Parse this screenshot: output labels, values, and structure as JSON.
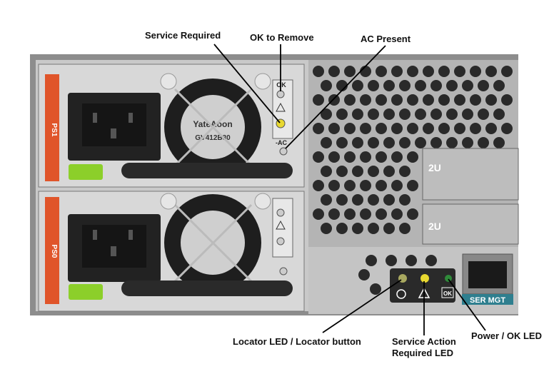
{
  "callouts": {
    "service_required": "Service Required",
    "ok_to_remove": "OK to Remove",
    "ac_present": "AC Present",
    "locator": "Locator LED / Locator button",
    "service_action_line1": "Service Action",
    "service_action_line2": "Required LED",
    "power_ok": "Power / OK LED"
  },
  "photo_labels": {
    "ps1": "PS1",
    "ps0": "PS0",
    "ok": "OK",
    "ac": "-AC",
    "slot_top": "2U",
    "slot_bottom": "2U",
    "ser_mgt": "SER MGT",
    "panel_ok": "OK",
    "fan_brand": "YateAoon",
    "fan_model": "GV412B30"
  },
  "colors": {
    "psu_orange": "#e0552a",
    "release_latch": "#8ccf2a",
    "service_led": "#e8d830",
    "locator_led": "#a8a860",
    "power_led": "#2f8a3a",
    "ser_mgt": "#2f7f8f"
  }
}
